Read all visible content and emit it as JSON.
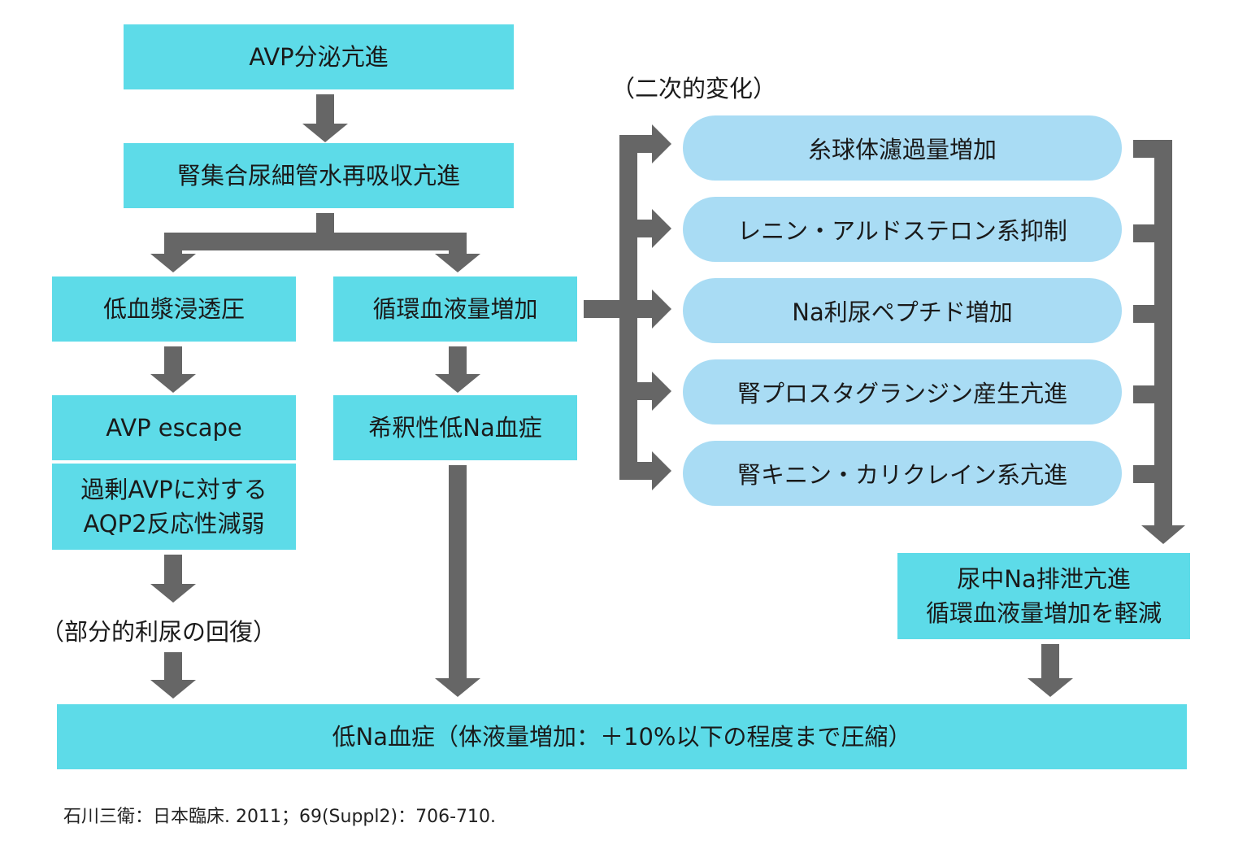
{
  "nodes": {
    "avp_secretion": "AVP分泌亢進",
    "renal_reabsorption": "腎集合尿細管水再吸収亢進",
    "low_plasma_osmolality": "低血漿浸透圧",
    "circulating_volume_increase": "循環血液量増加",
    "avp_escape": "AVP escape",
    "aqp2_response": "過剰AVPに対する\nAQP2反応性減弱",
    "dilutional_hyponatremia": "希釈性低Na血症",
    "partial_diuresis": "（部分的利尿の回復）",
    "secondary_changes": "（二次的変化）",
    "urinary_na_excretion": "尿中Na排泄亢進\n循環血液量増加を軽減",
    "hyponatremia_result": "低Na血症（体液量増加：＋10%以下の程度まで圧縮）"
  },
  "secondary_items": [
    "糸球体濾過量増加",
    "レニン・アルドステロン系抑制",
    "Na利尿ペプチド増加",
    "腎プロスタグランジン産生亢進",
    "腎キニン・カリクレイン系亢進"
  ],
  "citation": "石川三衛：日本臨床. 2011；69(Suppl2)：706-710.",
  "colors": {
    "box": "#5ddbe8",
    "pill": "#a9dcf4",
    "arrow": "#666666",
    "text": "#1a1a1a"
  }
}
